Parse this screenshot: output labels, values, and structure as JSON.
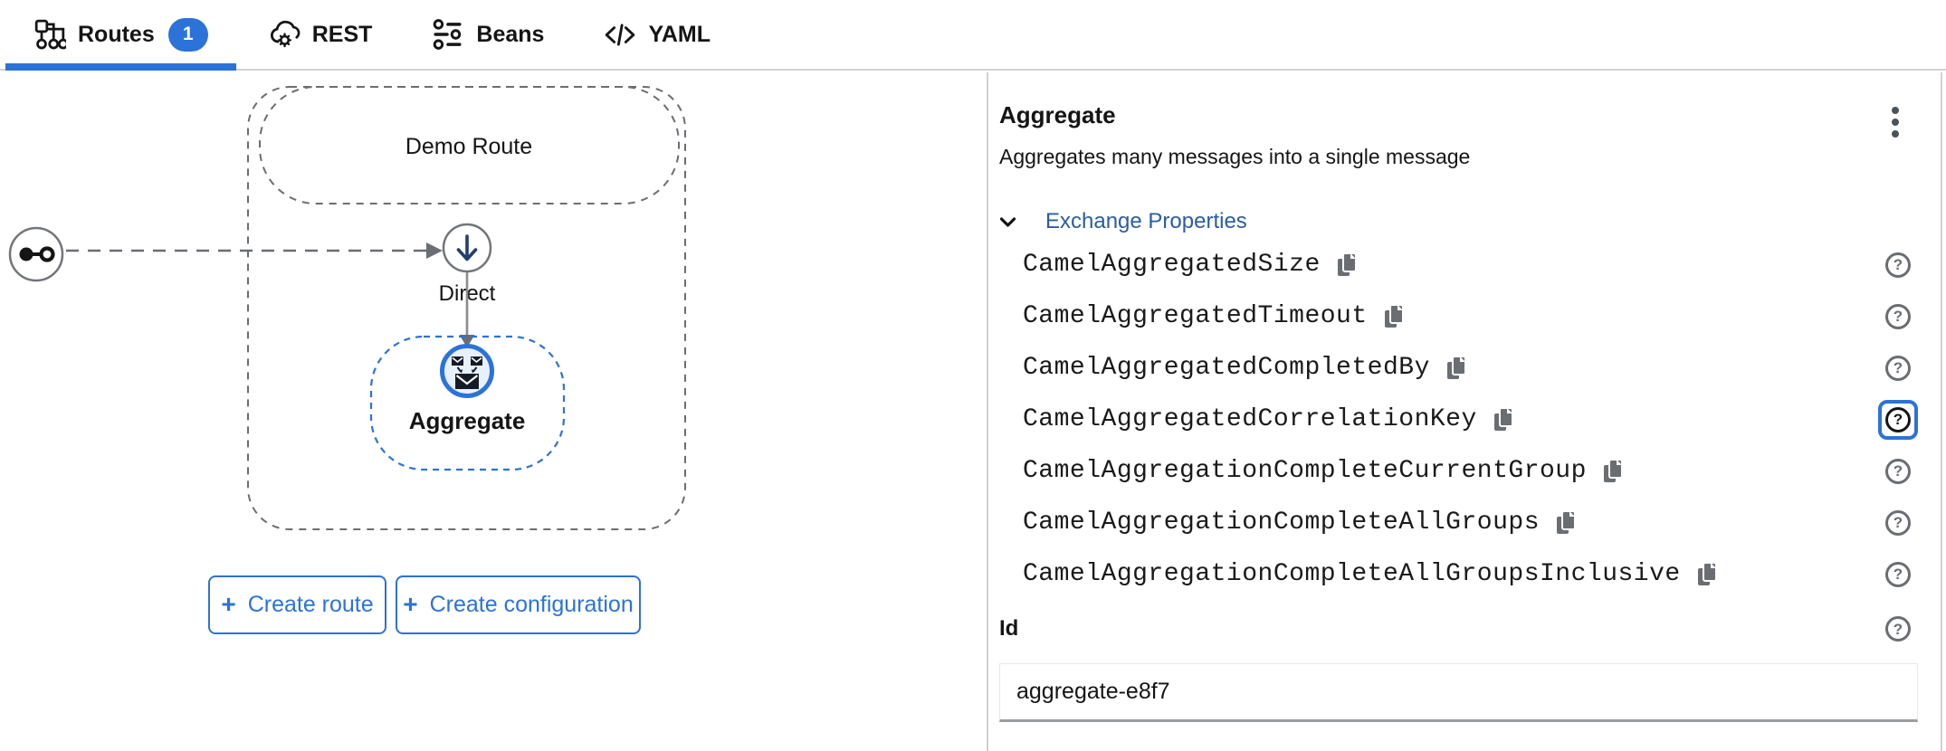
{
  "colors": {
    "accent": "#2b73d8",
    "link": "#2b5da0",
    "text": "#151515",
    "icon_gray": "#6a6e73",
    "border_gray": "#d2d2d2",
    "node_fill_blue": "#e8f1fb"
  },
  "tabs": [
    {
      "label": "Routes",
      "icon": "routes-icon",
      "badge": "1",
      "active": true
    },
    {
      "label": "REST",
      "icon": "rest-icon",
      "active": false
    },
    {
      "label": "Beans",
      "icon": "beans-icon",
      "active": false
    },
    {
      "label": "YAML",
      "icon": "yaml-icon",
      "active": false
    }
  ],
  "canvas": {
    "route_label": "Demo Route",
    "direct_label": "Direct",
    "aggregate_label": "Aggregate",
    "create_route_label": "Create route",
    "create_configuration_label": "Create configuration"
  },
  "panel": {
    "title": "Aggregate",
    "description": "Aggregates many messages into a single message",
    "section_label": "Exchange Properties",
    "section_expanded": true,
    "properties": [
      "CamelAggregatedSize",
      "CamelAggregatedTimeout",
      "CamelAggregatedCompletedBy",
      "CamelAggregatedCorrelationKey",
      "CamelAggregationCompleteCurrentGroup",
      "CamelAggregationCompleteAllGroups",
      "CamelAggregationCompleteAllGroupsInclusive"
    ],
    "focused_property_index": 3,
    "id_label": "Id",
    "id_value": "aggregate-e8f7"
  },
  "icons": {
    "help_glyph": "?",
    "plus_glyph": "+"
  }
}
